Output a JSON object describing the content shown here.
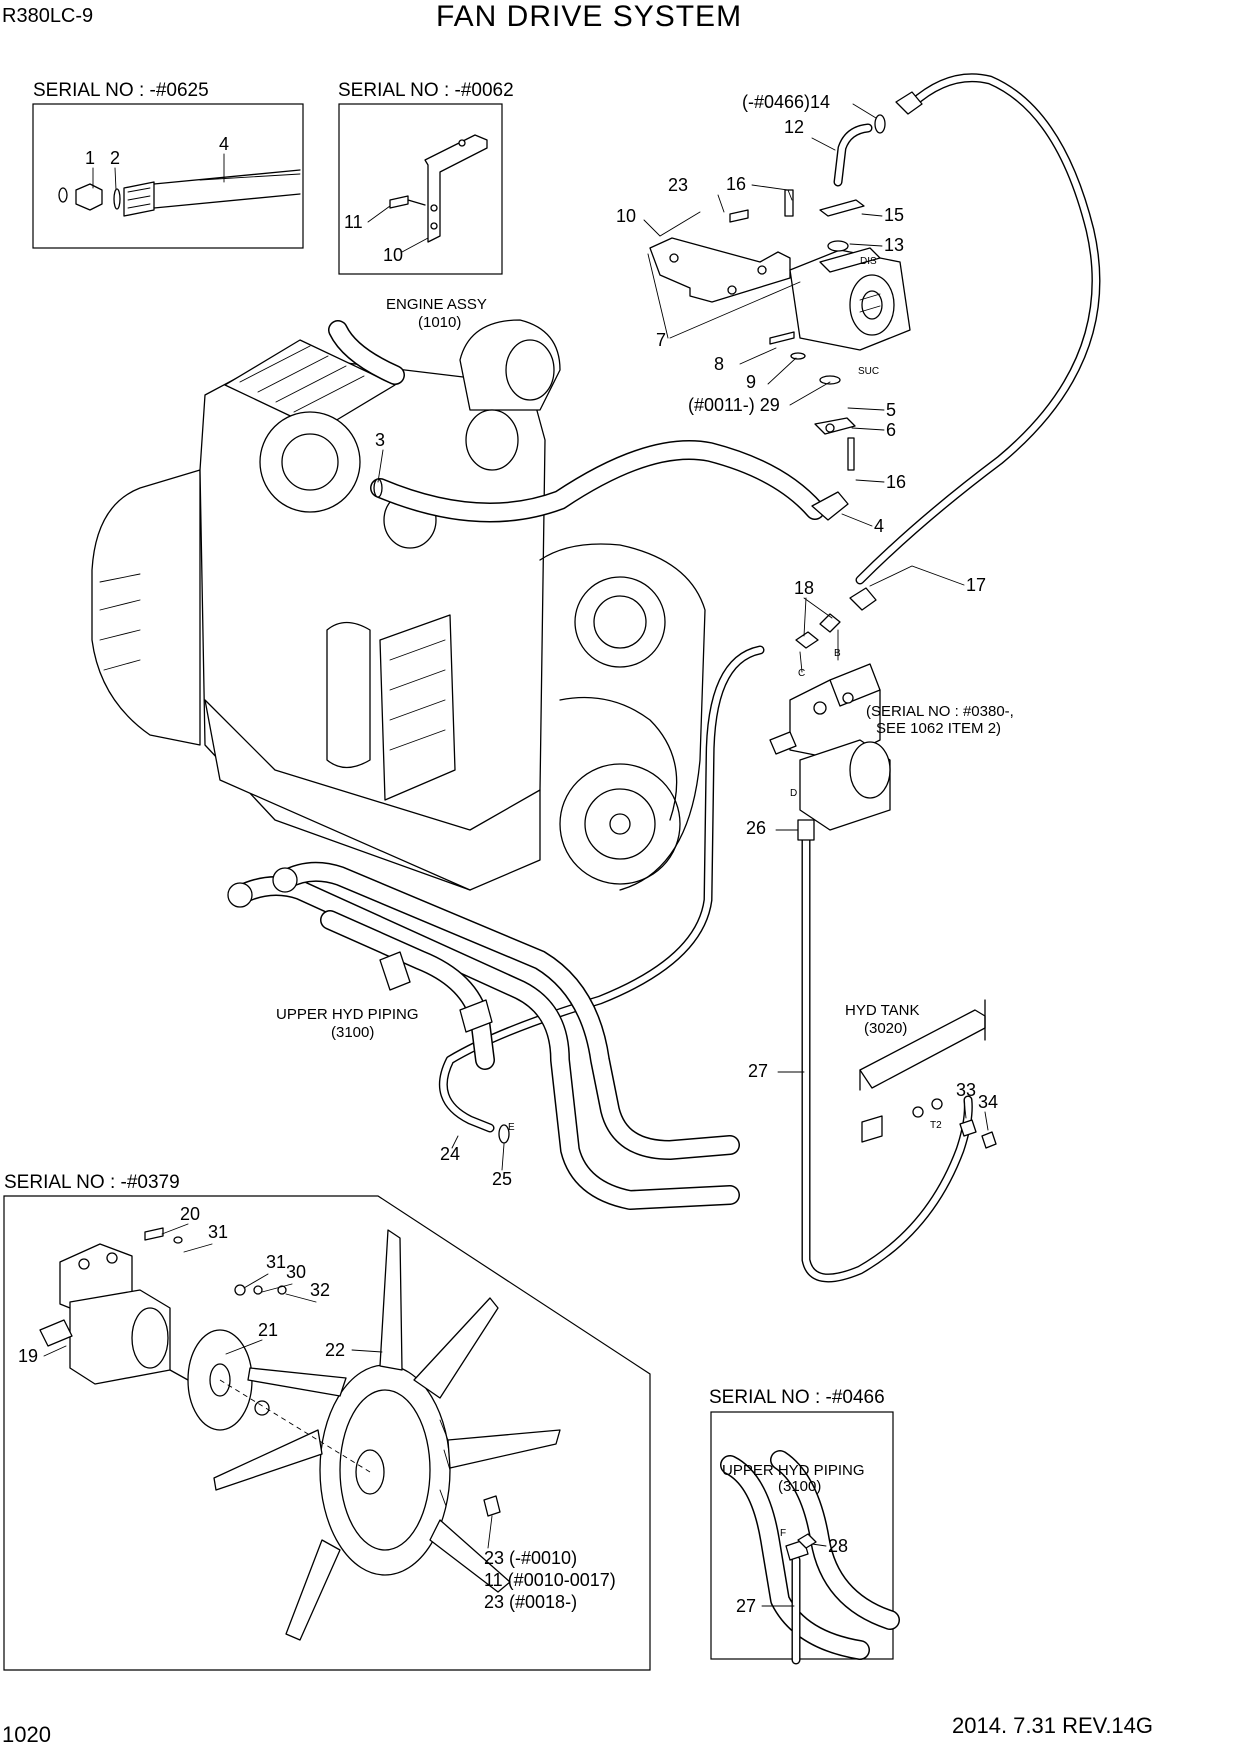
{
  "header": {
    "model": "R380LC-9",
    "title": "FAN DRIVE SYSTEM"
  },
  "footer": {
    "page_number": "1020",
    "revision": "2014. 7.31  REV.14G"
  },
  "serial_boxes": {
    "box_0625": "SERIAL NO : -#0625",
    "box_0062": "SERIAL NO : -#0062",
    "box_0379": "SERIAL NO : -#0379",
    "box_0466": "SERIAL NO : -#0466"
  },
  "notes": {
    "engine_assy": "ENGINE ASSY",
    "engine_assy_ref": "(1010)",
    "upper_hyd_piping": "UPPER HYD PIPING",
    "upper_hyd_piping_ref": "(3100)",
    "hyd_tank": "HYD TANK",
    "hyd_tank_ref": "(3020)",
    "serial_0380_line1": "(SERIAL NO : #0380-,",
    "serial_0380_line2": "SEE 1062 ITEM 2)",
    "inset_upper_hyd_piping": "UPPER HYD PIPING",
    "inset_upper_hyd_piping_ref": "(3100)"
  },
  "ports": {
    "dis": "DIS",
    "suc": "SUC",
    "b": "B",
    "c": "C",
    "d": "D",
    "e": "E",
    "f": "F",
    "t2": "T2"
  },
  "callouts": {
    "box0625_1": "1",
    "box0625_2": "2",
    "box0625_4": "4",
    "box0062_11": "11",
    "box0062_10": "10",
    "c14": "(-#0466)14",
    "c12": "12",
    "c23_top": "23",
    "c16_top": "16",
    "c15": "15",
    "c10_main": "10",
    "c13": "13",
    "c7": "7",
    "c8": "8",
    "c9": "9",
    "c29": "(#0011-) 29",
    "c5": "5",
    "c6": "6",
    "c16_bottom": "16",
    "c3": "3",
    "c4_main": "4",
    "c17": "17",
    "c18": "18",
    "c26": "26",
    "c27_main": "27",
    "c33": "33",
    "c34": "34",
    "c24": "24",
    "c25": "25",
    "c20": "20",
    "c31_a": "31",
    "c31_b": "31",
    "c30": "30",
    "c32": "32",
    "c21": "21",
    "c19": "19",
    "c22": "22",
    "c23_fan_1": "23 (-#0010)",
    "c11_fan": "11 (#0010-0017)",
    "c23_fan_2": "23 (#0018-)",
    "c28": "28",
    "c27_inset": "27"
  }
}
